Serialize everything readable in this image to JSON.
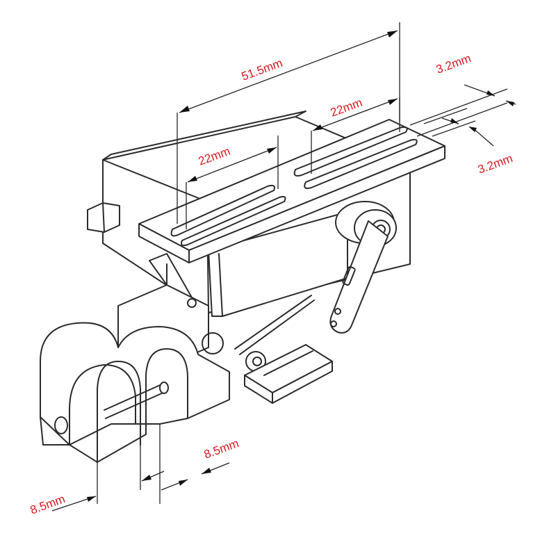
{
  "colors": {
    "dimension_text": "#d8191f",
    "line": "#2a2a2a"
  },
  "dimensions": {
    "overall_slot_span": "51.5mm",
    "left_slot_length": "22mm",
    "right_slot_length": "22mm",
    "plate_offset_upper": "3.2mm",
    "plate_offset_lower": "3.2mm",
    "clevis_gap_left": "8.5mm",
    "clevis_gap_right": "8.5mm"
  }
}
